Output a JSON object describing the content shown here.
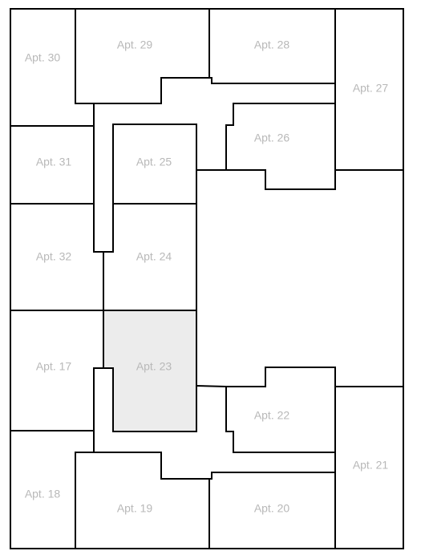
{
  "floor_plan": {
    "colors": {
      "wall": "#000000",
      "unit_fill": "#ffffff",
      "selected_fill": "#ececec",
      "label": "#b8b8b8"
    },
    "apartments": [
      {
        "id": "apt-30",
        "label": "Apt. 30",
        "selected": false
      },
      {
        "id": "apt-29",
        "label": "Apt. 29",
        "selected": false
      },
      {
        "id": "apt-28",
        "label": "Apt. 28",
        "selected": false
      },
      {
        "id": "apt-27",
        "label": "Apt. 27",
        "selected": false
      },
      {
        "id": "apt-26",
        "label": "Apt. 26",
        "selected": false
      },
      {
        "id": "apt-31",
        "label": "Apt. 31",
        "selected": false
      },
      {
        "id": "apt-25",
        "label": "Apt. 25",
        "selected": false
      },
      {
        "id": "apt-32",
        "label": "Apt. 32",
        "selected": false
      },
      {
        "id": "apt-24",
        "label": "Apt. 24",
        "selected": false
      },
      {
        "id": "apt-17",
        "label": "Apt. 17",
        "selected": false
      },
      {
        "id": "apt-23",
        "label": "Apt. 23",
        "selected": true
      },
      {
        "id": "apt-22",
        "label": "Apt. 22",
        "selected": false
      },
      {
        "id": "apt-21",
        "label": "Apt. 21",
        "selected": false
      },
      {
        "id": "apt-18",
        "label": "Apt. 18",
        "selected": false
      },
      {
        "id": "apt-19",
        "label": "Apt. 19",
        "selected": false
      },
      {
        "id": "apt-20",
        "label": "Apt. 20",
        "selected": false
      }
    ]
  }
}
